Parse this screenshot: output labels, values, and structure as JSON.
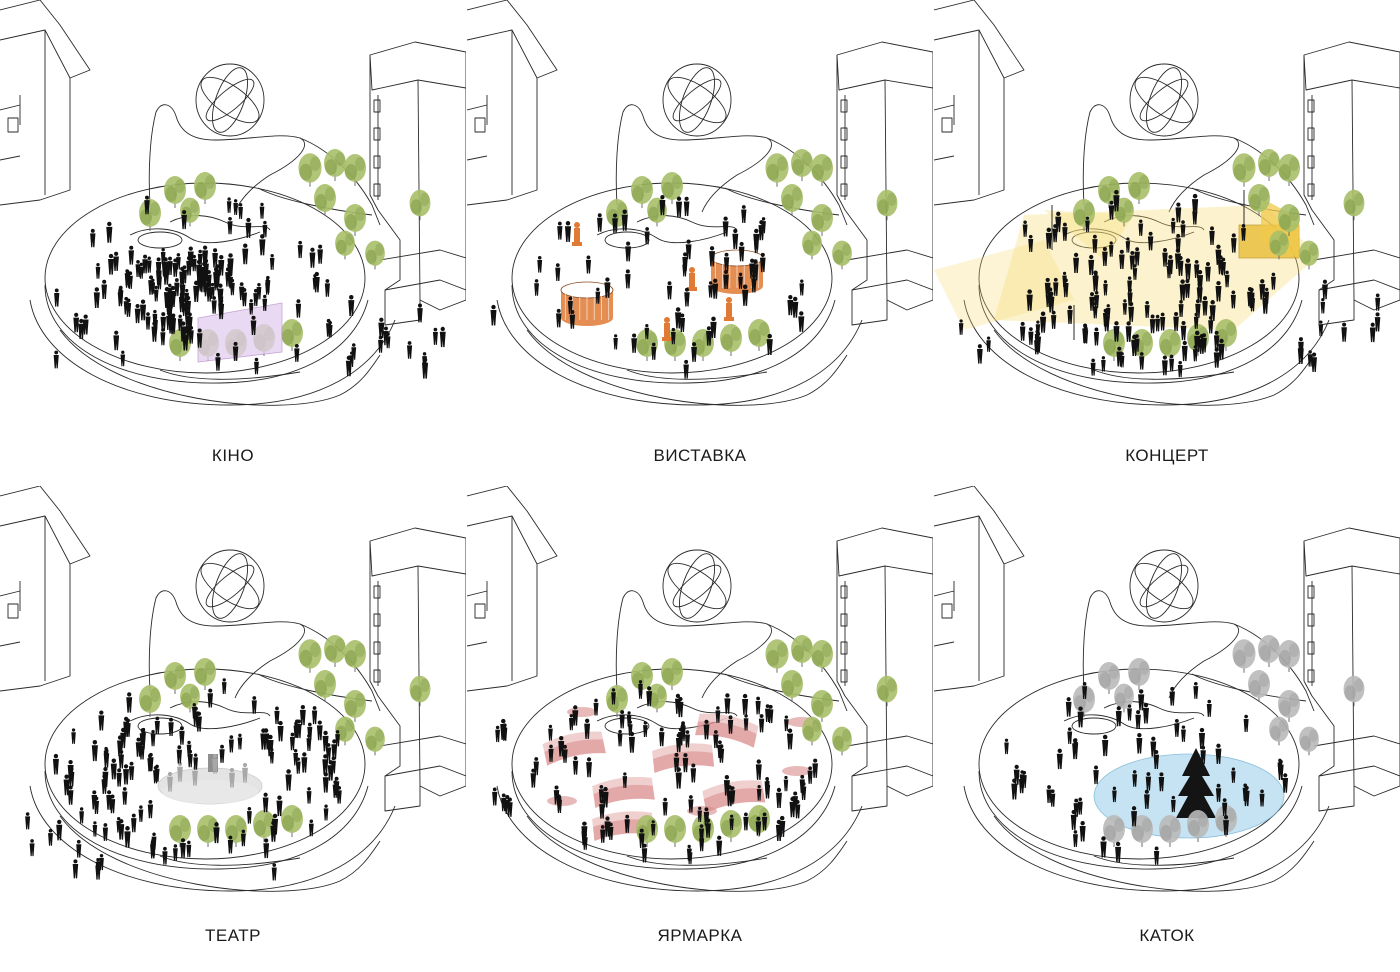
{
  "panels": [
    {
      "label": "КІНО",
      "overlay": "screen",
      "overlay_color": "#e3cdef",
      "people": 140
    },
    {
      "label": "ВИСТАВКА",
      "overlay": "exhibition",
      "overlay_color": "#e07a35",
      "people": 60
    },
    {
      "label": "КОНЦЕРТ",
      "overlay": "concert",
      "overlay_color": "#f6dc74",
      "people": 120
    },
    {
      "label": "ТЕАТР",
      "overlay": "theatre",
      "overlay_color": "#d6d6d6",
      "people": 110
    },
    {
      "label": "ЯРМАРКА",
      "overlay": "fair",
      "overlay_color": "#d98b8b",
      "people": 100
    },
    {
      "label": "КАТОК",
      "overlay": "rink",
      "overlay_color": "#bfe1f2",
      "people": 70
    }
  ],
  "colors": {
    "line": "#2a2a2a",
    "tree": "#a9bf6a",
    "tree_dark": "#7f9a45",
    "tree_winter": "#b9b9b9",
    "person": "#111111",
    "fir": "#141414"
  },
  "icons": [
    "building",
    "sphere-sculpture",
    "tree",
    "person-silhouette",
    "fir-tree"
  ]
}
